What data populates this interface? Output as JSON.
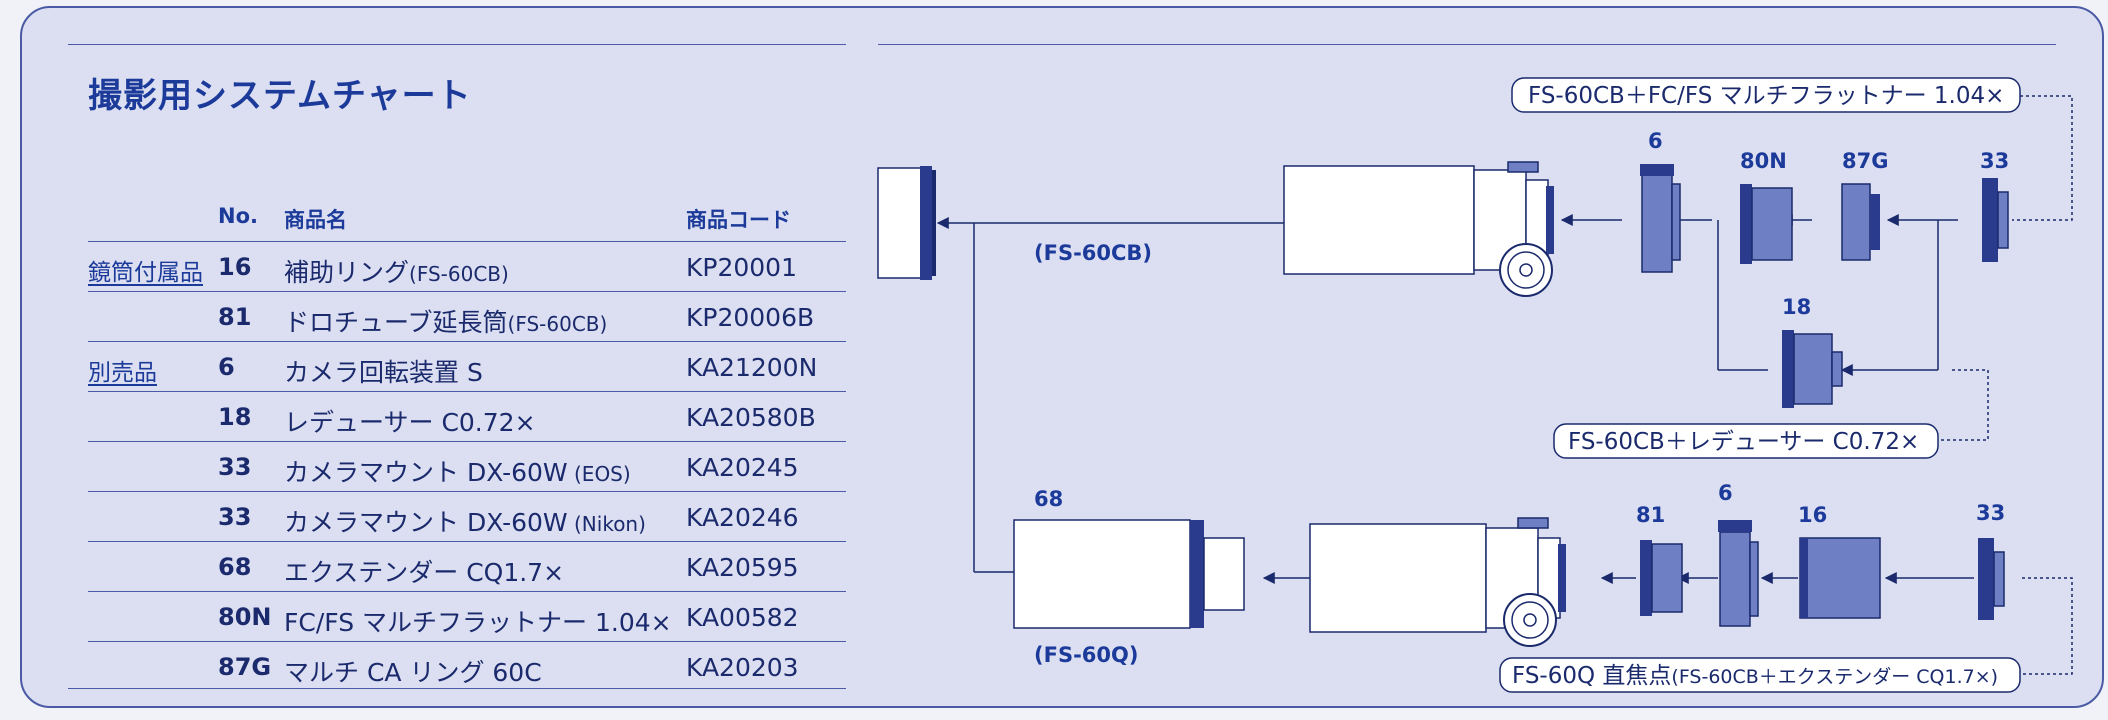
{
  "title": "撮影用システムチャート",
  "table": {
    "headers": {
      "no": "No.",
      "name": "商品名",
      "code": "商品コード"
    },
    "rows": [
      {
        "category": "鏡筒付属品",
        "no": "16",
        "name": "補助リング",
        "name_sub": "(FS-60CB)",
        "code": "KP20001"
      },
      {
        "category": "",
        "no": "81",
        "name": "ドロチューブ延長筒",
        "name_sub": "(FS-60CB)",
        "code": "KP20006B"
      },
      {
        "category": "別売品",
        "no": "6",
        "name": "カメラ回転装置 S",
        "name_sub": "",
        "code": "KA21200N"
      },
      {
        "category": "",
        "no": "18",
        "name": "レデューサー C0.72×",
        "name_sub": "",
        "code": "KA20580B"
      },
      {
        "category": "",
        "no": "33",
        "name": "カメラマウント DX-60W",
        "name_sub": " (EOS)",
        "code": "KA20245"
      },
      {
        "category": "",
        "no": "33",
        "name": "カメラマウント DX-60W",
        "name_sub": " (Nikon)",
        "code": "KA20246"
      },
      {
        "category": "",
        "no": "68",
        "name": "エクステンダー CQ1.7×",
        "name_sub": "",
        "code": "KA20595"
      },
      {
        "category": "",
        "no": "80N",
        "name": "FC/FS マルチフラットナー 1.04×",
        "name_sub": "",
        "code": "KA00582"
      },
      {
        "category": "",
        "no": "87G",
        "name": "マルチ CA リング 60C",
        "name_sub": "",
        "code": "KA20203"
      }
    ]
  },
  "diagram": {
    "scope_labels": {
      "cb": "(FS-60CB)",
      "q": "(FS-60Q)"
    },
    "part_labels": {
      "p6_top": "6",
      "p80n": "80N",
      "p87g": "87G",
      "p33_top": "33",
      "p18": "18",
      "p68": "68",
      "p81": "81",
      "p6_bottom": "6",
      "p16": "16",
      "p33_bottom": "33"
    },
    "configs": {
      "flattener": "FS-60CB＋FC/FS マルチフラットナー 1.04×",
      "reducer": "FS-60CB＋レデューサー C0.72×",
      "prime_main": "FS-60Q 直焦点",
      "prime_sub": "(FS-60CB＋エクステンダー CQ1.7×)"
    },
    "colors": {
      "outline": "#1a2a6c",
      "part_fill": "#6e7fc4",
      "part_dark": "#2a3a8c",
      "tube_fill": "#ffffff",
      "label": "#1b3a9a"
    }
  }
}
